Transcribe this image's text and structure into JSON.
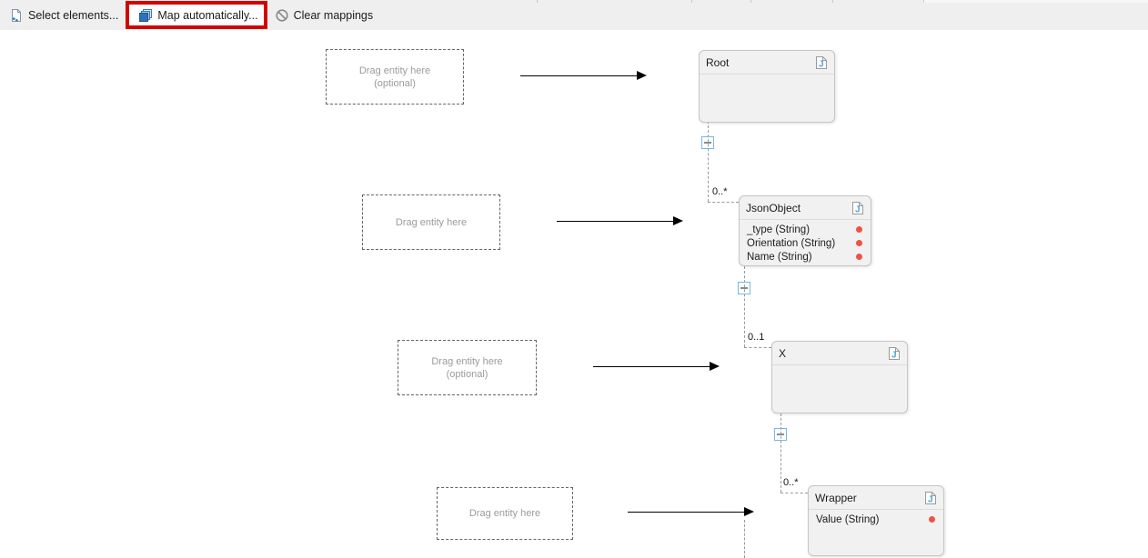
{
  "toolbar": {
    "select_elements": "Select elements...",
    "map_automatically": "Map automatically...",
    "clear_mappings": "Clear mappings",
    "highlight_color": "#d40000"
  },
  "canvas": {
    "drop_zones": [
      {
        "text": "Drag entity here",
        "optional": "(optional)"
      },
      {
        "text": "Drag entity here",
        "optional": ""
      },
      {
        "text": "Drag entity here",
        "optional": "(optional)"
      },
      {
        "text": "Drag entity here",
        "optional": ""
      }
    ],
    "entities": [
      {
        "title": "Root",
        "fields": []
      },
      {
        "title": "JsonObject",
        "fields": [
          "_type (String)",
          "Orientation (String)",
          "Name (String)"
        ]
      },
      {
        "title": "X",
        "fields": []
      },
      {
        "title": "Wrapper",
        "fields": [
          "Value (String)"
        ]
      }
    ],
    "multiplicities": [
      "0..*",
      "0..1",
      "0..*"
    ]
  },
  "icons": {
    "select_elements": "document-select-icon",
    "map_automatically": "layers-icon",
    "clear_mappings": "prohibition-icon",
    "entity_header": "json-document-icon",
    "expander": "expand-toggle-icon",
    "field_marker": "required-dot"
  },
  "colors": {
    "toolbar_bg": "#efefef",
    "entity_bg": "#f1f1f1",
    "entity_border": "#c6c6c6",
    "required_dot": "#ef5244",
    "expander_border": "#76b9dd",
    "connector": "#9a9a9a"
  }
}
